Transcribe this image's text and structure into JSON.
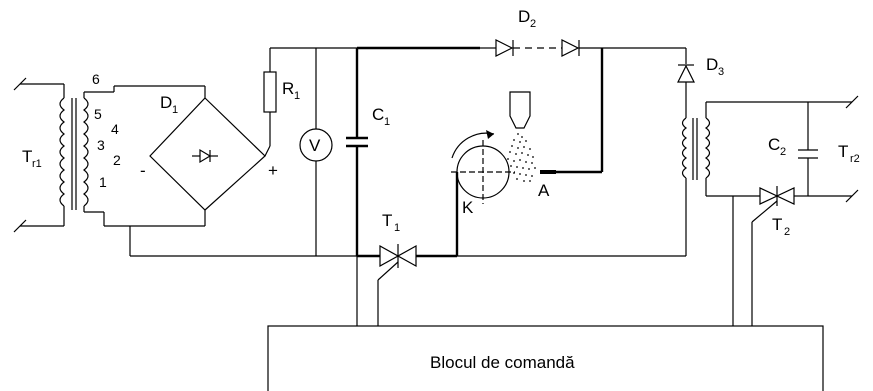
{
  "labels": {
    "tr1": "T",
    "tr1_sub": "r1",
    "tr2": "T",
    "tr2_sub": "r2",
    "d1": "D",
    "d1_sub": "1",
    "d2": "D",
    "d2_sub": "2",
    "d3": "D",
    "d3_sub": "3",
    "r1": "R",
    "r1_sub": "1",
    "c1": "C",
    "c1_sub": "1",
    "c2": "C",
    "c2_sub": "2",
    "t1": "T",
    "t1_sub": "1",
    "t2": "T",
    "t2_sub": "2",
    "voltmeter": "V",
    "cathode": "K",
    "anode": "A",
    "plus": "+",
    "minus": "-",
    "taps": [
      "6",
      "5",
      "4",
      "3",
      "2",
      "1"
    ]
  },
  "control_block": {
    "label": "Blocul de comandă"
  }
}
